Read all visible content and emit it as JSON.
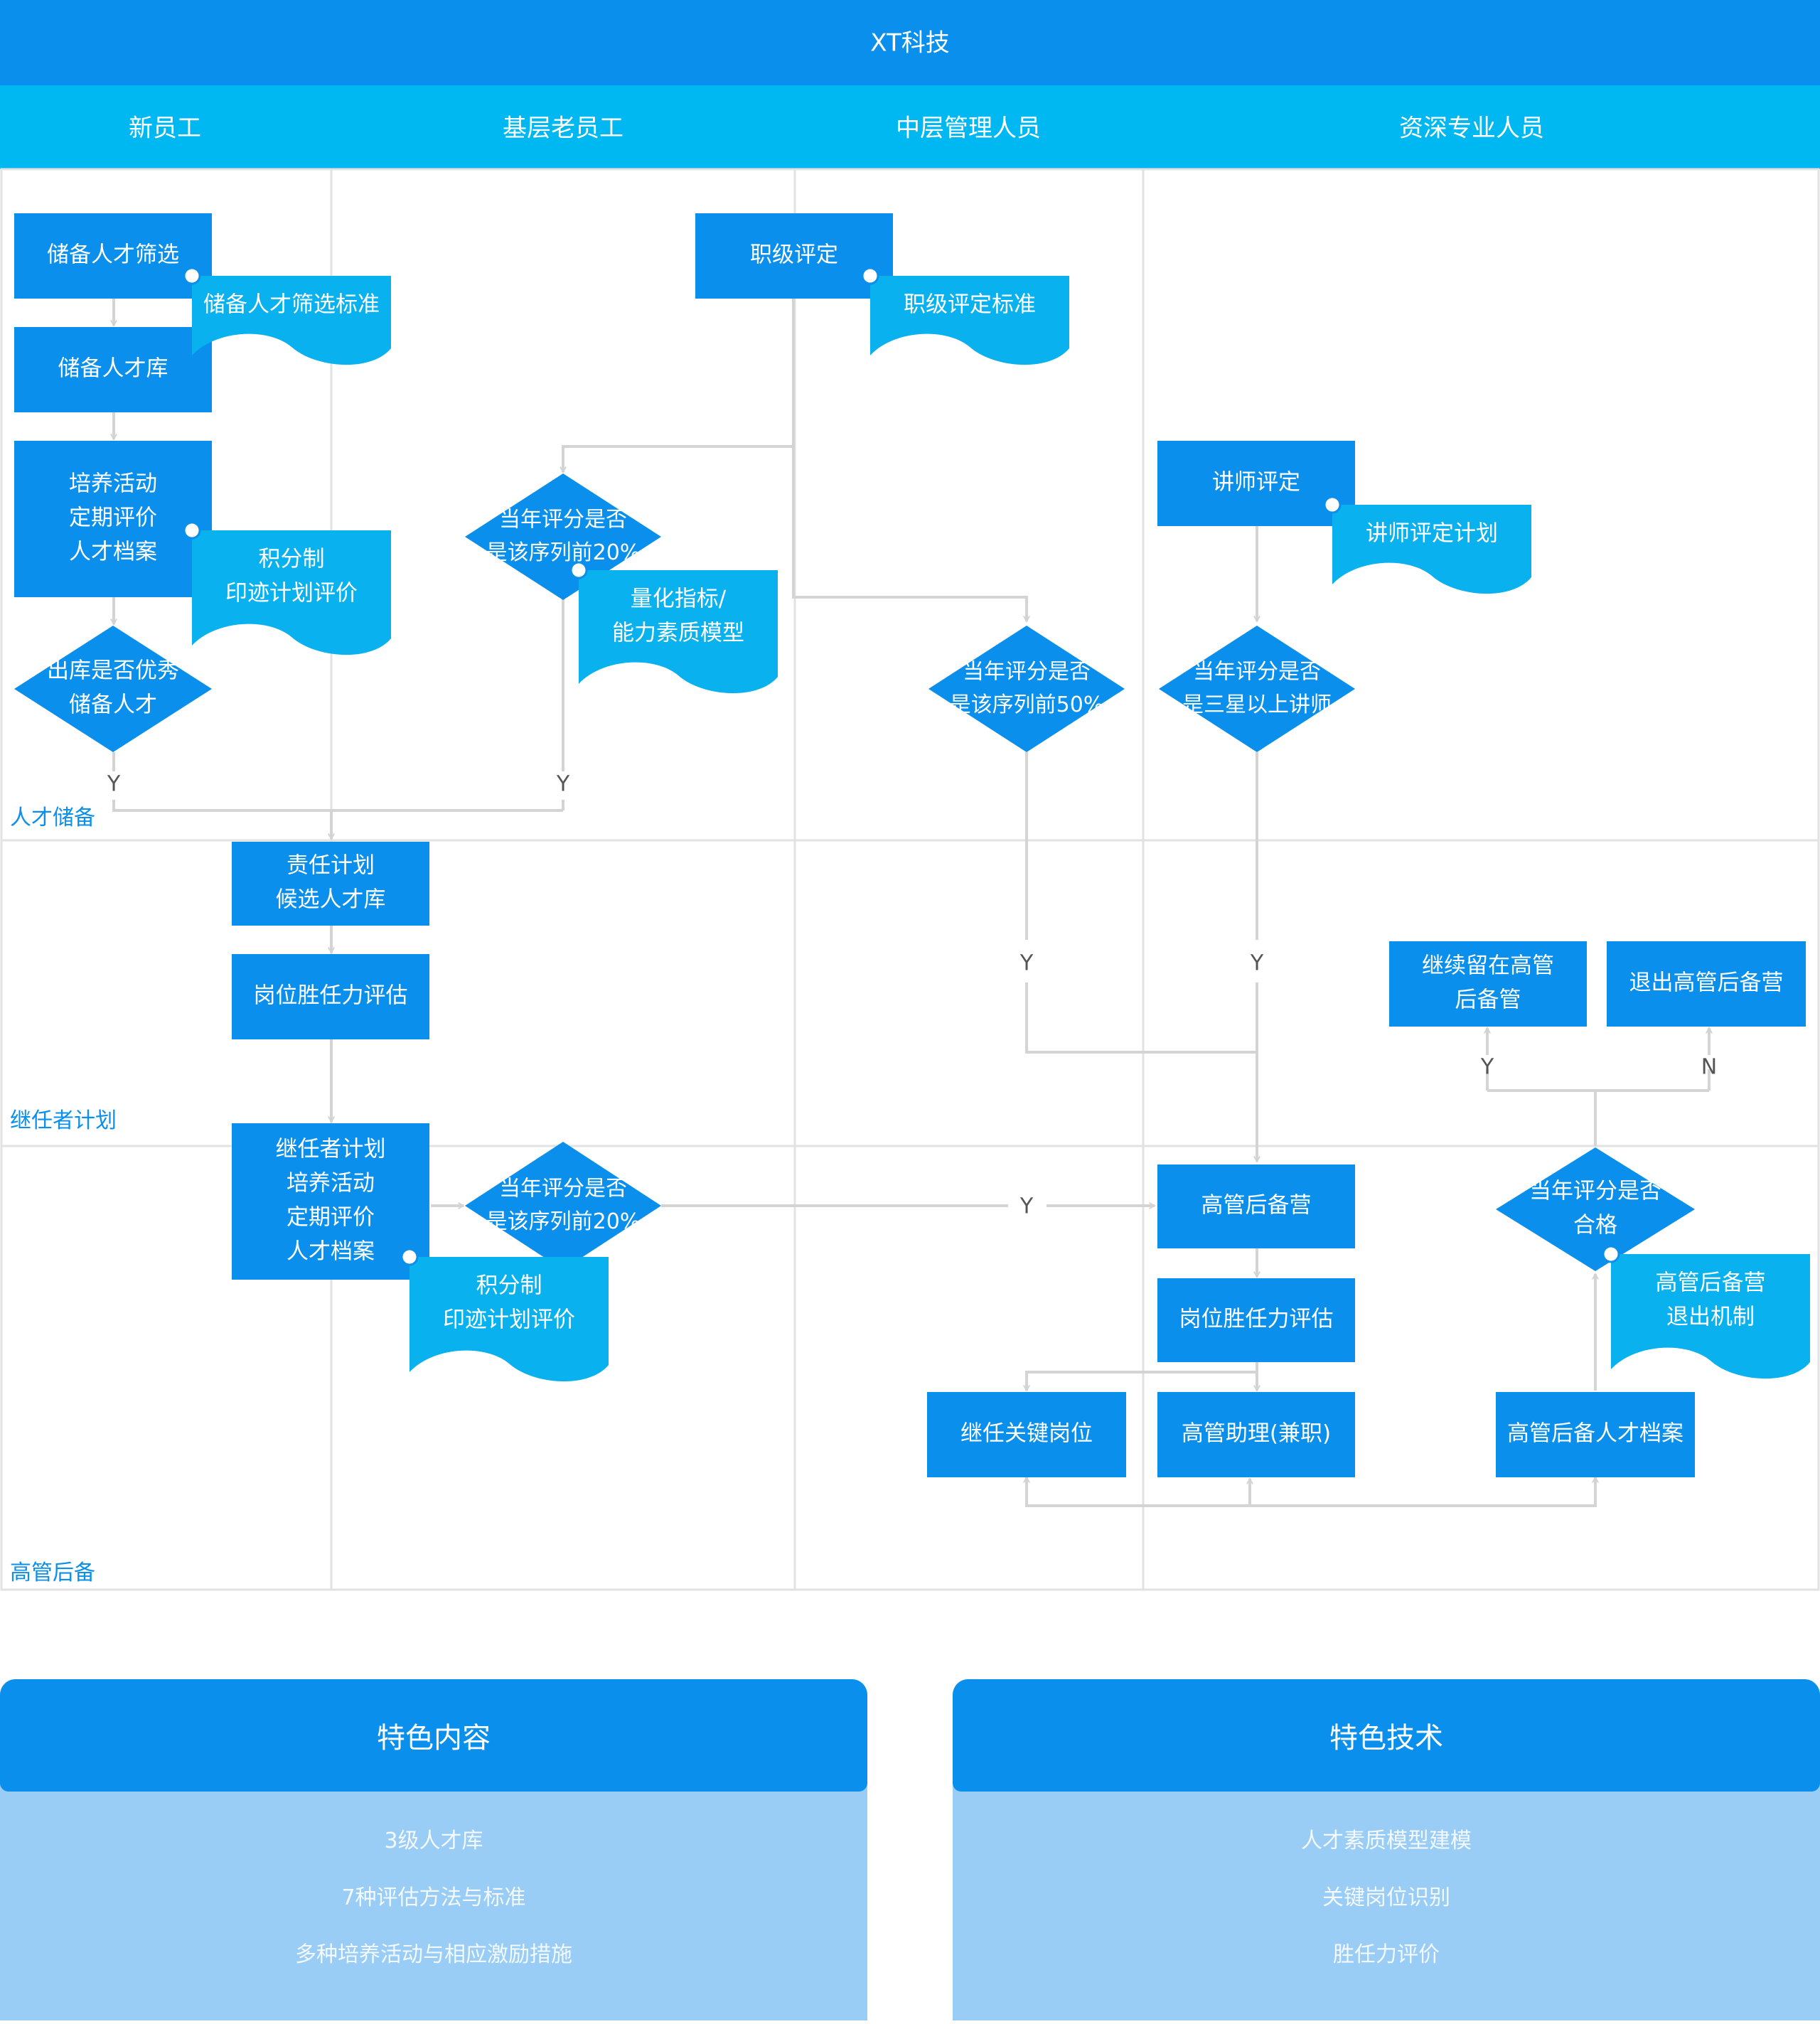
{
  "header": {
    "title": "XT科技"
  },
  "columns": [
    {
      "label": "新员工"
    },
    {
      "label": "基层老员工"
    },
    {
      "label": "中层管理人员"
    },
    {
      "label": "资深专业人员"
    }
  ],
  "bands": [
    {
      "label": "人才储备"
    },
    {
      "label": "继任者计划"
    },
    {
      "label": "高管后备"
    }
  ],
  "nodes": {
    "reserve_screening": [
      "储备人才筛选"
    ],
    "reserve_screening_std": [
      "储备人才筛选标准"
    ],
    "reserve_pool": [
      "储备人才库"
    ],
    "training_new": [
      "培养活动",
      "定期评价",
      "人才档案"
    ],
    "points_new": [
      "积分制",
      "印迹计划评价"
    ],
    "out_excellent": [
      "出库是否优秀",
      "储备人才"
    ],
    "rank_eval": [
      "职级评定"
    ],
    "rank_eval_std": [
      "职级评定标准"
    ],
    "score_top20_a": [
      "当年评分是否",
      "是该序列前20%"
    ],
    "quant_model": [
      "量化指标/",
      "能力素质模型"
    ],
    "score_top50": [
      "当年评分是否",
      "是该序列前50%"
    ],
    "lecturer_eval": [
      "讲师评定"
    ],
    "lecturer_plan": [
      "讲师评定计划"
    ],
    "score_3star": [
      "当年评分是否",
      "是三星以上讲师"
    ],
    "duty_plan": [
      "责任计划",
      "候选人才库"
    ],
    "competency_a": [
      "岗位胜任力评估"
    ],
    "successor_train": [
      "继任者计划",
      "培养活动",
      "定期评价",
      "人才档案"
    ],
    "points_succ": [
      "积分制",
      "印迹计划评价"
    ],
    "score_top20_b": [
      "当年评分是否",
      "是该序列前20%"
    ],
    "exec_camp": [
      "高管后备营"
    ],
    "competency_b": [
      "岗位胜任力评估"
    ],
    "key_post": [
      "继任关键岗位"
    ],
    "exec_assistant": [
      "高管助理(兼职)"
    ],
    "exec_archive": [
      "高管后备人才档案"
    ],
    "stay_camp": [
      "继续留在高管",
      "后备管"
    ],
    "exit_camp": [
      "退出高管后备营"
    ],
    "qualified": [
      "当年评分是否",
      "合格"
    ],
    "exit_mech": [
      "高管后备营",
      "退出机制"
    ]
  },
  "edge_labels": {
    "yes": "Y",
    "no": "N"
  },
  "features": {
    "content": {
      "title": "特色内容",
      "items": [
        "3级人才库",
        "7种评估方法与标准",
        "多种培养活动与相应激励措施"
      ]
    },
    "tech": {
      "title": "特色技术",
      "items": [
        "人才素质模型建模",
        "关键岗位识别",
        "胜任力评价"
      ]
    }
  },
  "colors": {
    "header": "#0b8fec",
    "column_bar": "#00b8f1",
    "process": "#0b8fec",
    "document": "#0ab1ef",
    "connector": "#d4d4d4",
    "band_label": "#0b8fec",
    "card_body": "#9acdf5"
  }
}
